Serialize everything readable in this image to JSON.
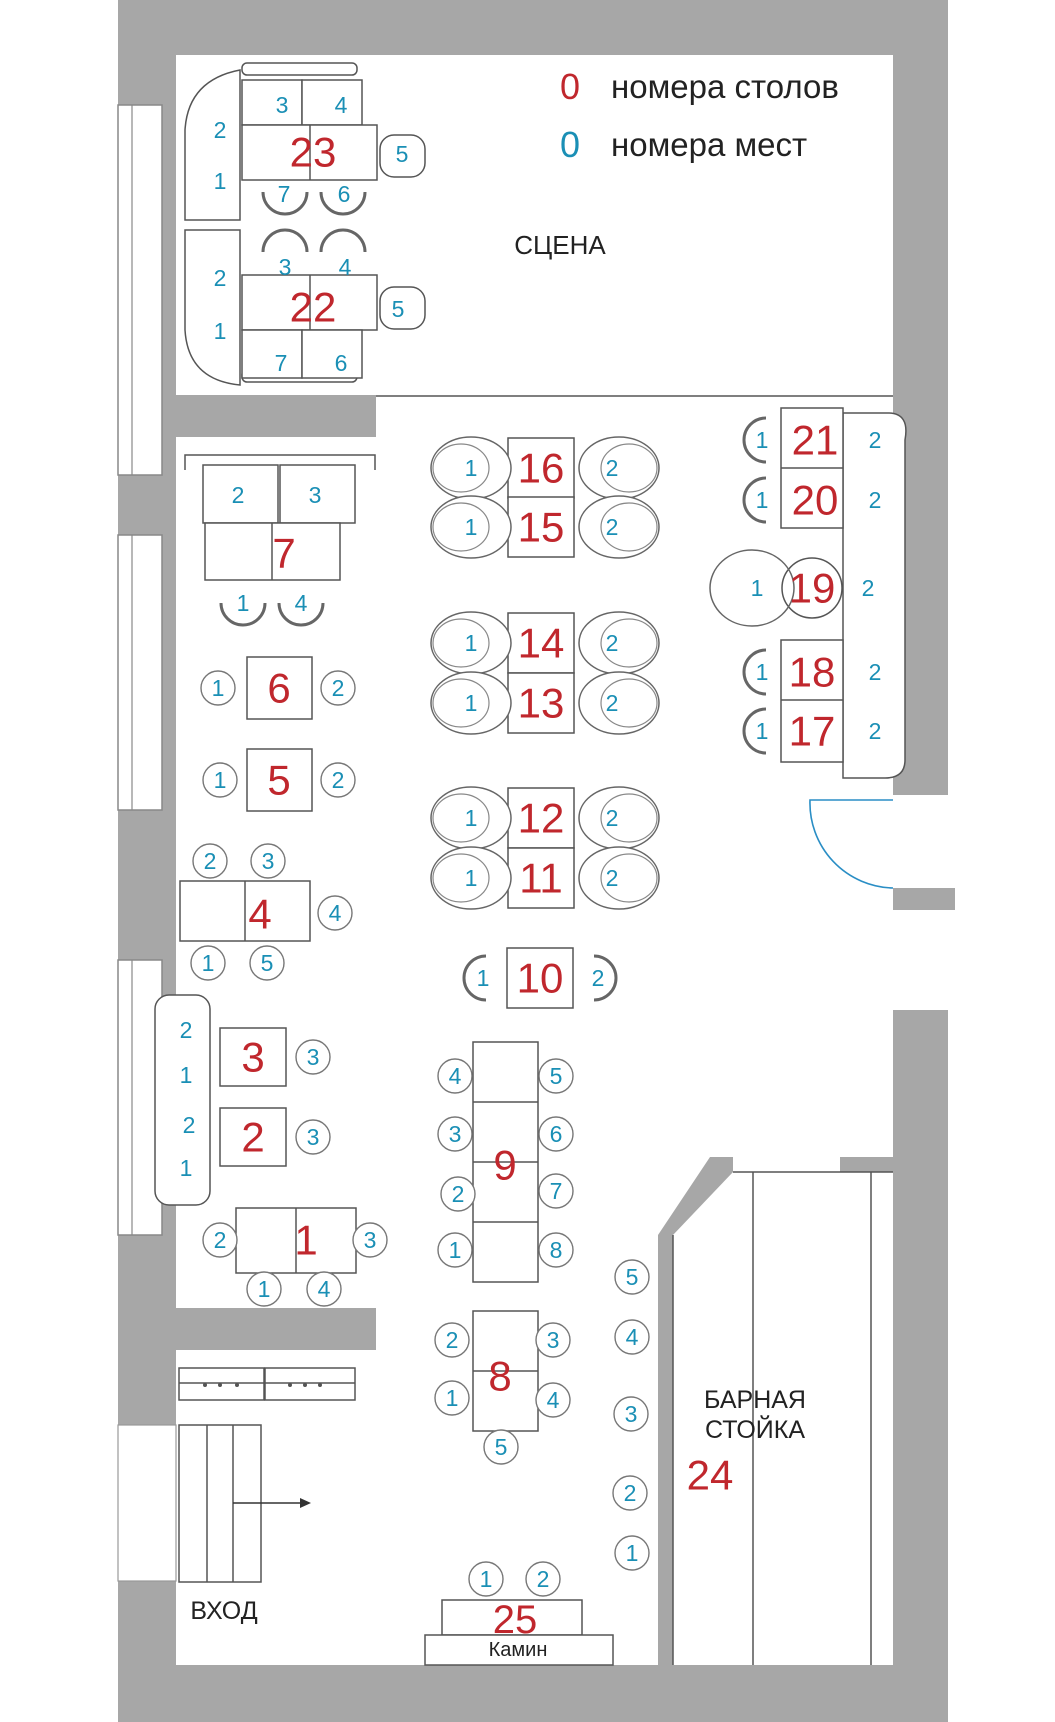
{
  "legend": {
    "table_symbol": "0",
    "table_label": "номера столов",
    "seat_symbol": "0",
    "seat_label": "номера мест"
  },
  "labels": {
    "stage": "СЦЕНА",
    "bar_line1": "БАРНАЯ",
    "bar_line2": "СТОЙКА",
    "entrance": "ВХОД",
    "fireplace": "Камин"
  },
  "colors": {
    "table_number": "#c0272d",
    "seat_number": "#1a8fb5",
    "wall": "#a7a7a7",
    "line": "#555555"
  },
  "tables": [
    {
      "id": "1",
      "seats": [
        "1",
        "2",
        "3",
        "4"
      ]
    },
    {
      "id": "2",
      "seats": [
        "1",
        "2",
        "3"
      ]
    },
    {
      "id": "3",
      "seats": [
        "1",
        "2",
        "3"
      ]
    },
    {
      "id": "4",
      "seats": [
        "1",
        "2",
        "3",
        "4",
        "5"
      ]
    },
    {
      "id": "5",
      "seats": [
        "1",
        "2"
      ]
    },
    {
      "id": "6",
      "seats": [
        "1",
        "2"
      ]
    },
    {
      "id": "7",
      "seats": [
        "1",
        "2",
        "3",
        "4"
      ]
    },
    {
      "id": "8",
      "seats": [
        "1",
        "2",
        "3",
        "4",
        "5"
      ]
    },
    {
      "id": "9",
      "seats": [
        "1",
        "2",
        "3",
        "4",
        "5",
        "6",
        "7",
        "8"
      ]
    },
    {
      "id": "10",
      "seats": [
        "1",
        "2"
      ]
    },
    {
      "id": "11",
      "seats": [
        "1",
        "2"
      ]
    },
    {
      "id": "12",
      "seats": [
        "1",
        "2"
      ]
    },
    {
      "id": "13",
      "seats": [
        "1",
        "2"
      ]
    },
    {
      "id": "14",
      "seats": [
        "1",
        "2"
      ]
    },
    {
      "id": "15",
      "seats": [
        "1",
        "2"
      ]
    },
    {
      "id": "16",
      "seats": [
        "1",
        "2"
      ]
    },
    {
      "id": "17",
      "seats": [
        "1",
        "2"
      ]
    },
    {
      "id": "18",
      "seats": [
        "1",
        "2"
      ]
    },
    {
      "id": "19",
      "seats": [
        "1",
        "2"
      ]
    },
    {
      "id": "20",
      "seats": [
        "1",
        "2"
      ]
    },
    {
      "id": "21",
      "seats": [
        "1",
        "2"
      ]
    },
    {
      "id": "22",
      "seats": [
        "1",
        "2",
        "3",
        "4",
        "5",
        "6",
        "7"
      ]
    },
    {
      "id": "23",
      "seats": [
        "1",
        "2",
        "3",
        "4",
        "5",
        "6",
        "7"
      ]
    },
    {
      "id": "24",
      "seats": [
        "1",
        "2",
        "3",
        "4",
        "5"
      ]
    },
    {
      "id": "25",
      "seats": [
        "1",
        "2"
      ]
    }
  ]
}
